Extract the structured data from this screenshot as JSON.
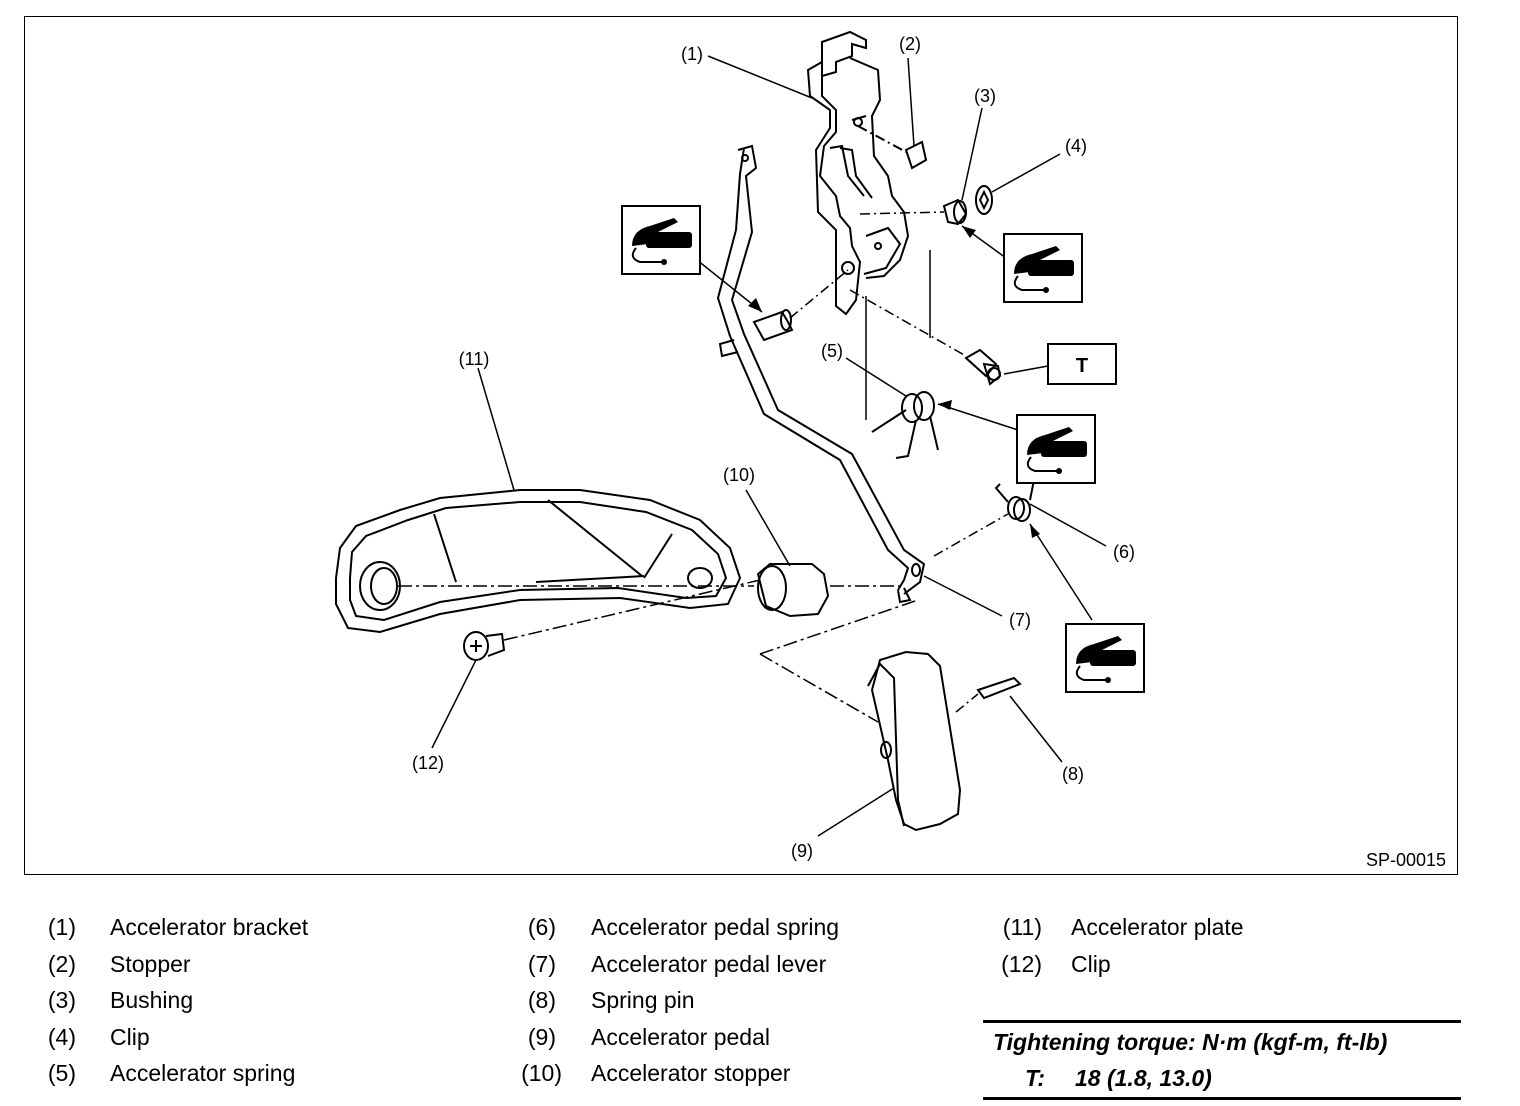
{
  "figure": {
    "code": "SP-00015",
    "callouts": [
      "(1)",
      "(2)",
      "(3)",
      "(4)",
      "(5)",
      "(6)",
      "(7)",
      "(8)",
      "(9)",
      "(10)",
      "(11)",
      "(12)"
    ],
    "torque_tag": "T"
  },
  "legend": {
    "col1": [
      {
        "num": "(1)",
        "label": "Accelerator bracket"
      },
      {
        "num": "(2)",
        "label": "Stopper"
      },
      {
        "num": "(3)",
        "label": "Bushing"
      },
      {
        "num": "(4)",
        "label": "Clip"
      },
      {
        "num": "(5)",
        "label": "Accelerator spring"
      }
    ],
    "col2": [
      {
        "num": "(6)",
        "label": "Accelerator pedal spring"
      },
      {
        "num": "(7)",
        "label": "Accelerator pedal lever"
      },
      {
        "num": "(8)",
        "label": "Spring pin"
      },
      {
        "num": "(9)",
        "label": "Accelerator pedal"
      },
      {
        "num": "(10)",
        "label": "Accelerator stopper"
      }
    ],
    "col3": [
      {
        "num": "(11)",
        "label": "Accelerator plate"
      },
      {
        "num": "(12)",
        "label": "Clip"
      }
    ]
  },
  "torque": {
    "title": "Tightening torque: N·m (kgf-m, ft-lb)",
    "key": "T:",
    "value": "18 (1.8, 13.0)"
  },
  "icons": [
    "grease-icon",
    "grease-icon",
    "grease-icon",
    "grease-icon",
    "torque-tag"
  ]
}
